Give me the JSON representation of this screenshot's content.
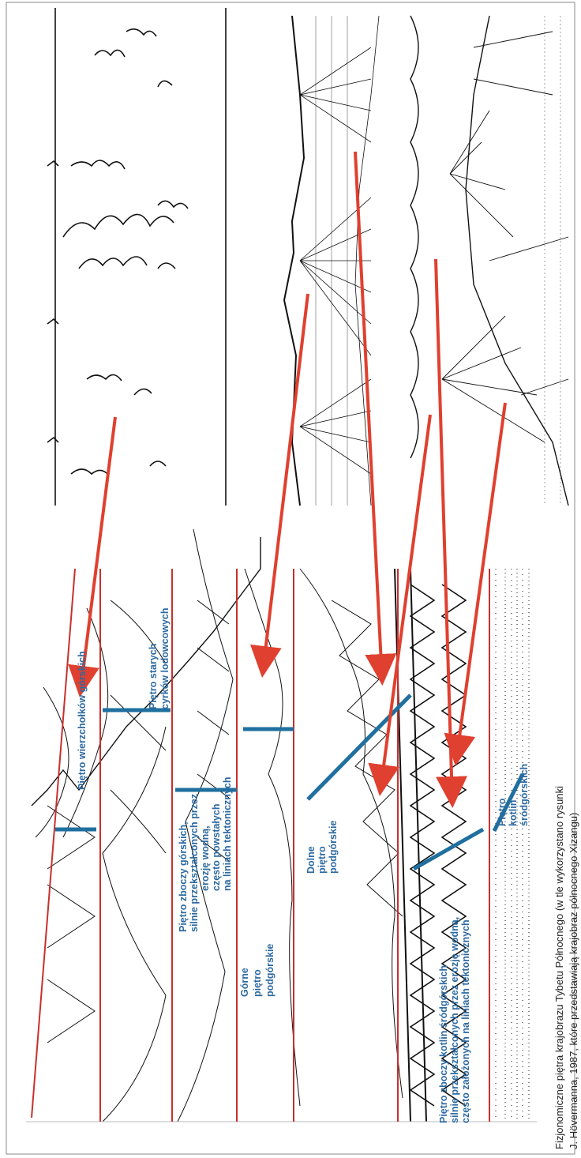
{
  "colors": {
    "arrow": "#e0402f",
    "band_line": "#c9302c",
    "label": "#2d6aa0",
    "marker": "#1f6f9f",
    "ink": "#111111"
  },
  "labels": {
    "peaks": "Piętro wierzchołków górskich",
    "cirques_1": "Piętro starych",
    "cirques_2": "cyrków lodowcowych",
    "slopes_1": "Piętro zboczy górskich,",
    "slopes_2": "silnie przekształconych przez",
    "slopes_3": "erozję wodną,",
    "slopes_4": "często powstałych",
    "slopes_5": "na liniach tektonicznych",
    "upper_1": "Górne",
    "upper_2": "piętro",
    "upper_3": "podgórskie",
    "lower_1": "Dolne",
    "lower_2": "piętro",
    "lower_3": "podgórskie",
    "basin_slopes_1": "Piętro zboczy kotlin śródgórskich",
    "basin_slopes_2": "silnie przekształconych przez erozję wodną,",
    "basin_slopes_3": "często założonych na liniach tektonicznych",
    "basins_1": "Piętro",
    "basins_2": "kotlin",
    "basins_3": "śródgórskich"
  },
  "caption": {
    "line1": "Fizjonomiczne piętra krajobrazu Tybetu Północnego (w tle wykorzystano rysunki",
    "line2": "J. Hövermanna, 1987, które przedstawiają krajobraz północnego Xizangu)"
  }
}
